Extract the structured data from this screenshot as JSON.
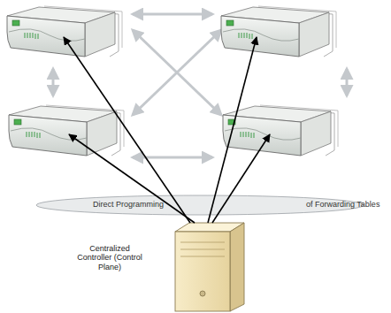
{
  "diagram": {
    "nodes": [
      {
        "text": [
          "Direct Programming",
          "of Forwarding Tables"
        ]
      }
    ],
    "labels": [
      "Centralized Controller (Control Plane)"
    ]
  }
}
